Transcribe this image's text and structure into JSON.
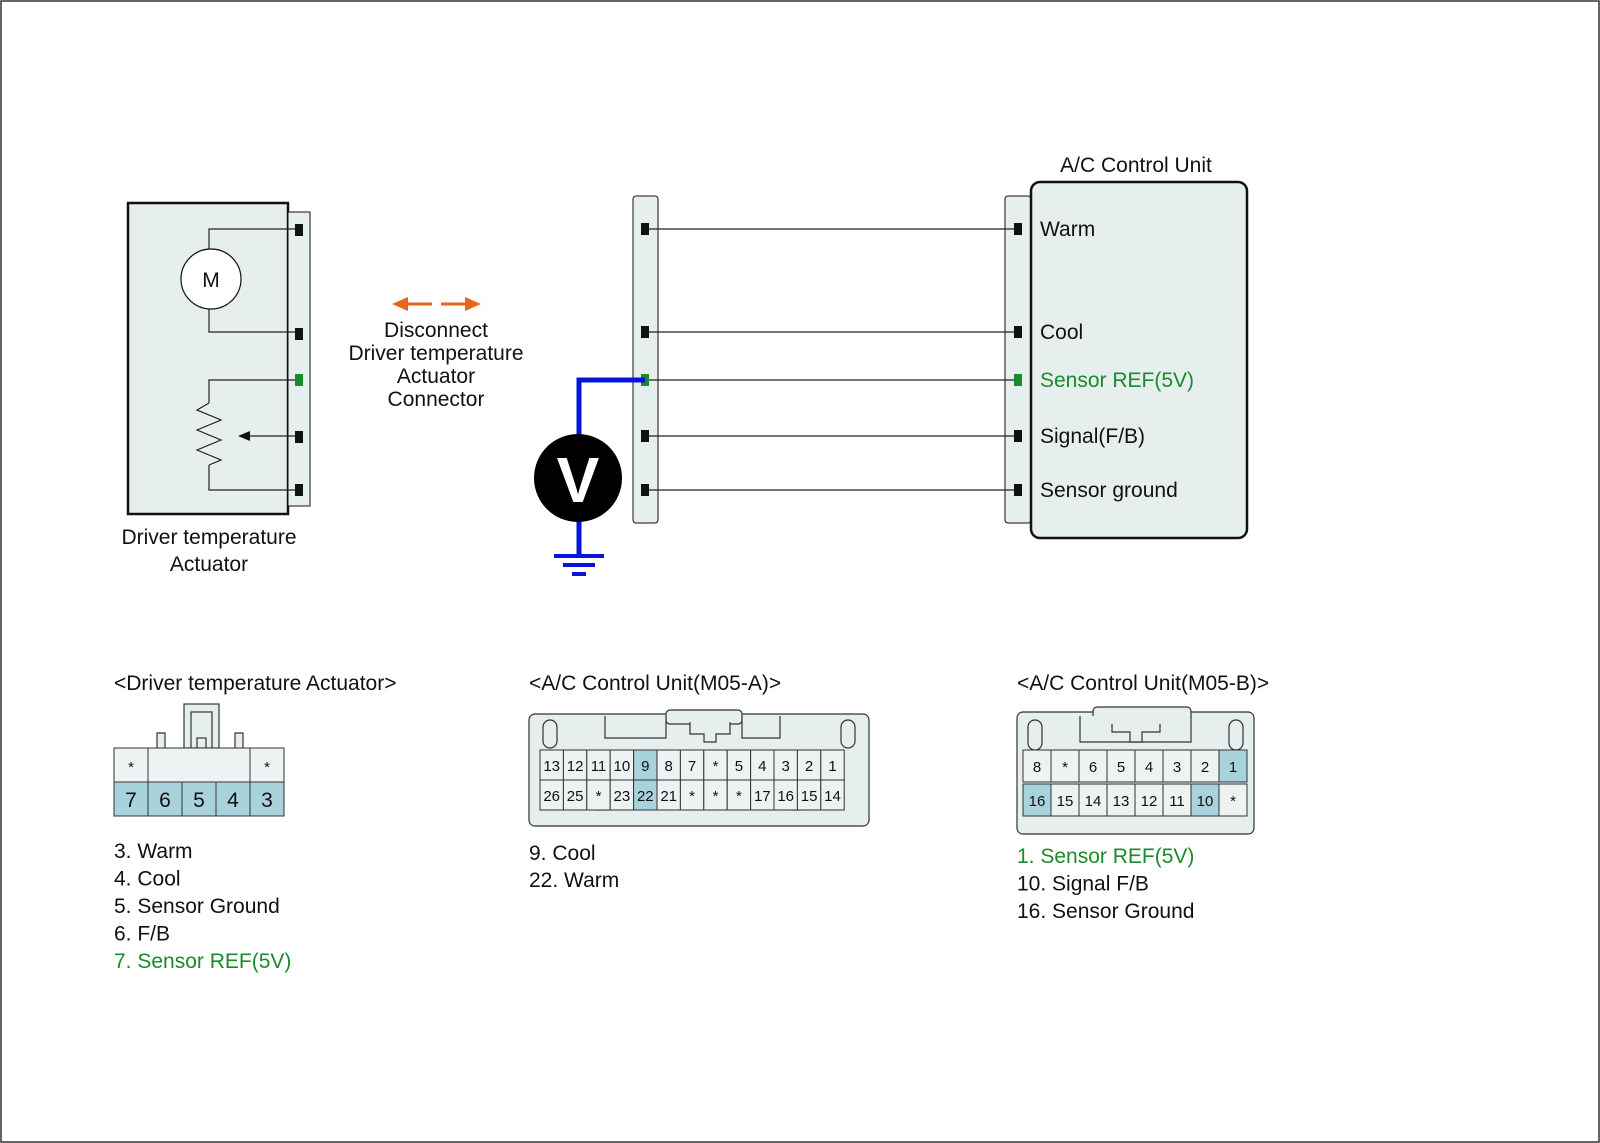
{
  "colors": {
    "green": "#1a8a2a",
    "highlight": "#a8d3dc",
    "arrow": "#e8651c",
    "probe_wire": "#0a14d8",
    "box_fill": "#e6eeee"
  },
  "actuator": {
    "motor_label": "M",
    "label_line1": "Driver temperature",
    "label_line2": "Actuator"
  },
  "disconnect": {
    "line1": "Disconnect",
    "line2": "Driver temperature",
    "line3": "Actuator",
    "line4": "Connector"
  },
  "voltmeter": {
    "label": "V"
  },
  "control_unit": {
    "title": "A/C Control Unit",
    "pins": [
      {
        "label": "Warm",
        "highlight": false
      },
      {
        "label": "Cool",
        "highlight": false
      },
      {
        "label": "Sensor REF(5V)",
        "highlight": true
      },
      {
        "label": "Signal(F/B)",
        "highlight": false
      },
      {
        "label": "Sensor ground",
        "highlight": false
      }
    ]
  },
  "connectors": {
    "actuator": {
      "title": "<Driver temperature Actuator>",
      "top_row": [
        "*",
        "*"
      ],
      "bottom_row": [
        "7",
        "6",
        "5",
        "4",
        "3"
      ],
      "legend": [
        "3. Warm",
        "4. Cool",
        "5. Sensor Ground",
        "6. F/B",
        "7. Sensor REF(5V)"
      ]
    },
    "m05a": {
      "title": "<A/C Control Unit(M05-A)>",
      "top_row": [
        "13",
        "12",
        "11",
        "10",
        "9",
        "8",
        "7",
        "*",
        "5",
        "4",
        "3",
        "2",
        "1"
      ],
      "bottom_row": [
        "26",
        "25",
        "*",
        "23",
        "22",
        "21",
        "*",
        "*",
        "*",
        "17",
        "16",
        "15",
        "14"
      ],
      "legend": [
        "9. Cool",
        "22. Warm"
      ]
    },
    "m05b": {
      "title": "<A/C Control Unit(M05-B)>",
      "top_row": [
        "8",
        "*",
        "6",
        "5",
        "4",
        "3",
        "2",
        "1"
      ],
      "bottom_row": [
        "16",
        "15",
        "14",
        "13",
        "12",
        "11",
        "10",
        "*"
      ],
      "legend": [
        "1. Sensor REF(5V)",
        "10. Signal F/B",
        "16. Sensor Ground"
      ]
    }
  }
}
